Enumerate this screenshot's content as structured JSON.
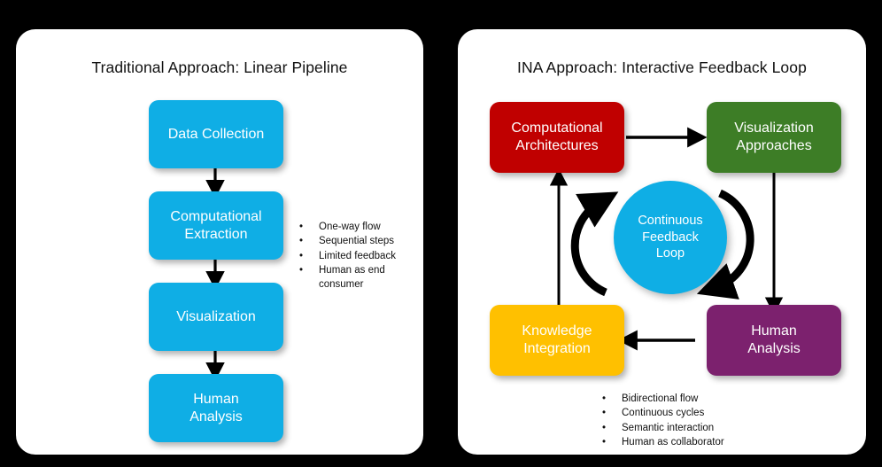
{
  "background_color": "#000000",
  "panel_color": "#ffffff",
  "left_panel": {
    "title": "Traditional Approach: Linear Pipeline",
    "nodes": [
      {
        "label": "Data Collection",
        "color": "#0FAEE5"
      },
      {
        "label": "Computational\nExtraction",
        "color": "#0FAEE5"
      },
      {
        "label": "Visualization",
        "color": "#0FAEE5"
      },
      {
        "label": "Human\nAnalysis",
        "color": "#0FAEE5"
      }
    ],
    "bullets": [
      "One-way flow",
      "Sequential steps",
      "Limited feedback",
      "Human as end\nconsumer"
    ],
    "bullet_marker": "•"
  },
  "right_panel": {
    "title": "INA Approach: Interactive Feedback Loop",
    "nodes": [
      {
        "label": "Computational\nArchitectures",
        "color": "#C00000"
      },
      {
        "label": "Visualization\nApproaches",
        "color": "#3D7D26"
      },
      {
        "label": "Knowledge\nIntegration",
        "color": "#FFC000"
      },
      {
        "label": "Human\nAnalysis",
        "color": "#7C216E"
      }
    ],
    "center_node": {
      "label": "Continuous\nFeedback\nLoop",
      "color": "#0FAEE5"
    },
    "bullets": [
      "Bidirectional flow",
      "Continuous cycles",
      "Semantic interaction",
      "Human as collaborator"
    ],
    "bullet_marker": "•"
  },
  "arrow_color": "#000000"
}
